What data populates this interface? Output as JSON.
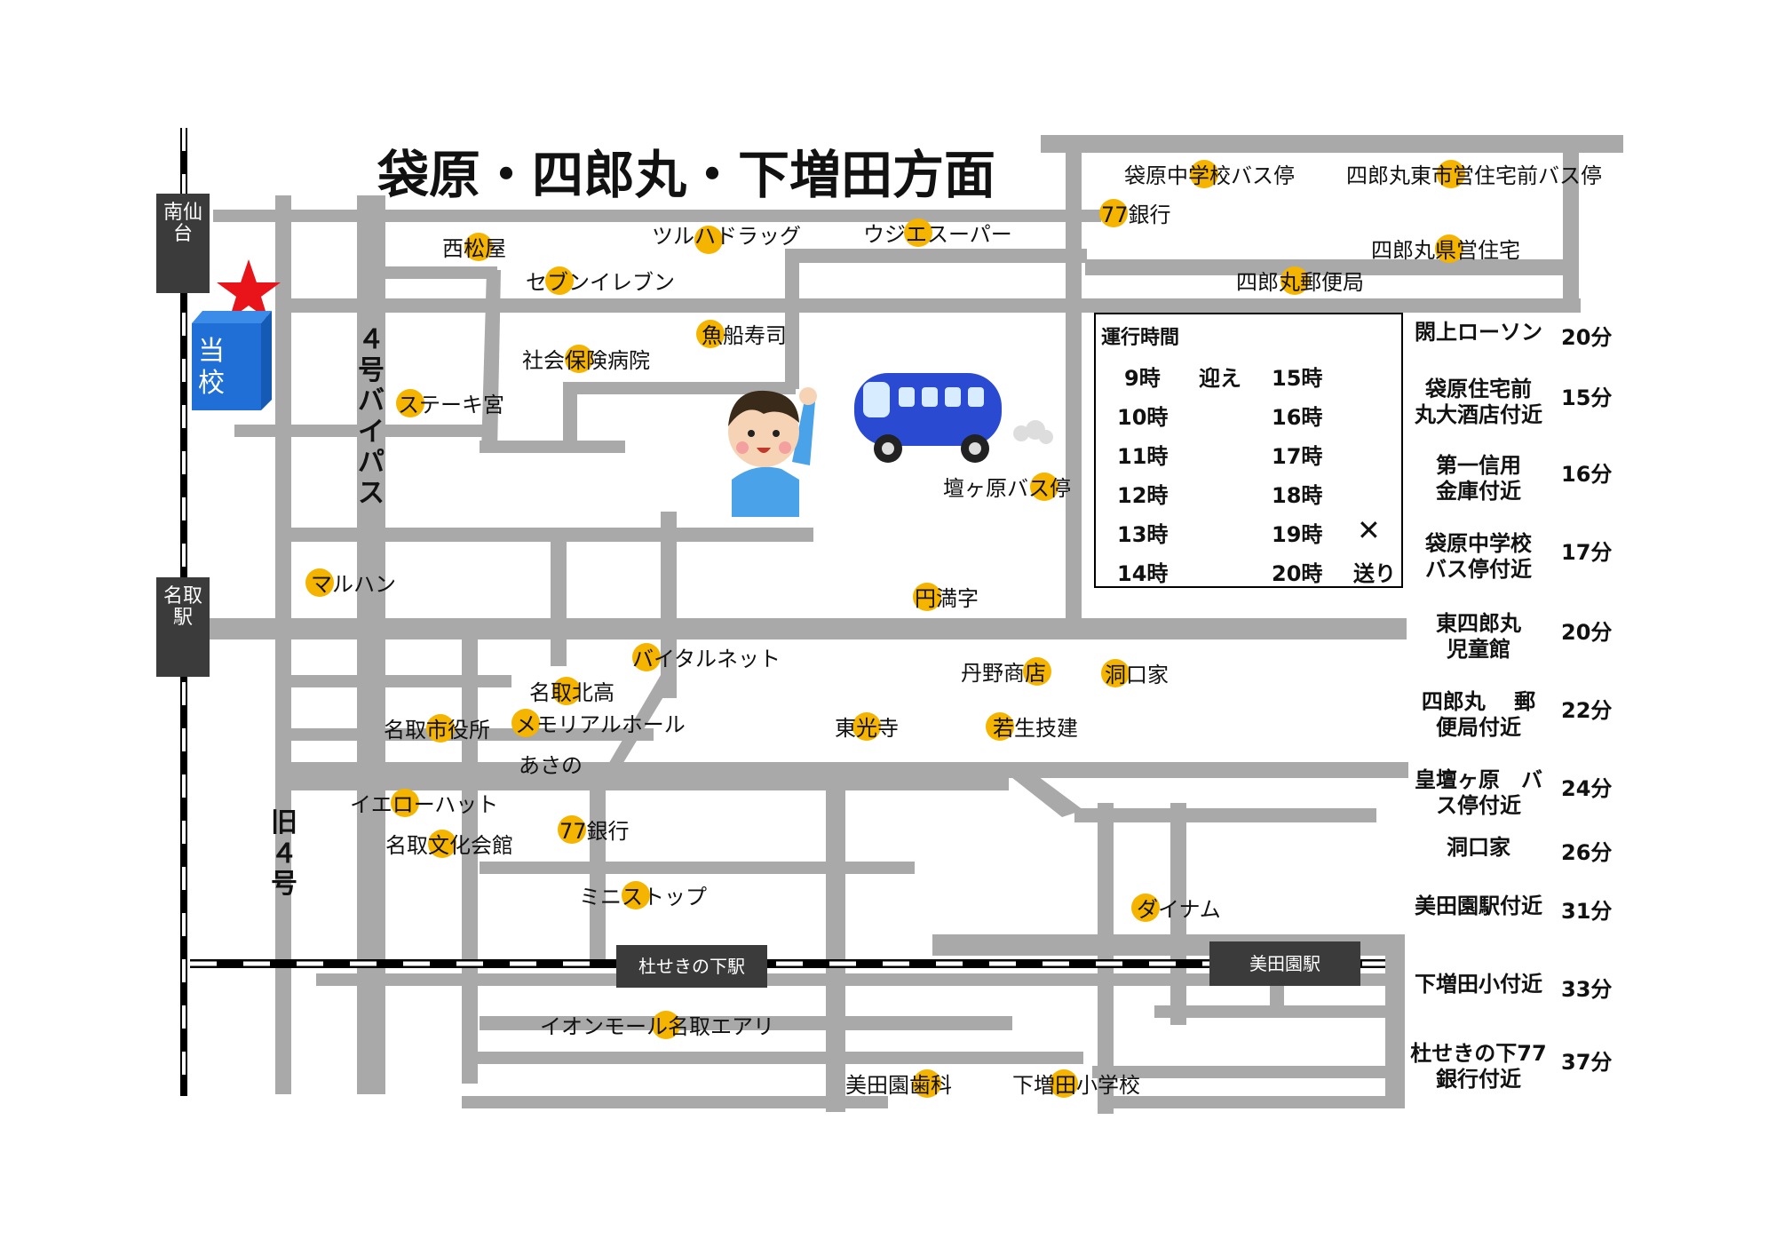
{
  "title": "袋原・四郎丸・下増田方面",
  "colors": {
    "road": "#a9a9a9",
    "marker": "#f5b400",
    "school": "#1f6fd6",
    "star": "#e8141a",
    "station": "#3b3b3b",
    "bus": "#2a4bd1"
  },
  "icons": [
    "star-icon",
    "school-building-icon",
    "boy-waving-icon",
    "bus-icon"
  ],
  "map": {
    "school_label": "当校",
    "road_labels": {
      "bypass": "４号バイパス",
      "old_route": "旧４号"
    },
    "stations": {
      "minami_sendai": "南仙台",
      "natori": "名取駅",
      "morisekinoshita": "杜せきの下駅",
      "mitazono": "美田園駅"
    },
    "landmarks": [
      {
        "name": "西松屋"
      },
      {
        "name": "セブンイレブン"
      },
      {
        "name": "ツルハドラッグ"
      },
      {
        "name": "ウジエスーパー"
      },
      {
        "name": "袋原中学校バス停"
      },
      {
        "name": "四郎丸東市営住宅前バス停"
      },
      {
        "name": "77銀行"
      },
      {
        "name": "四郎丸県営住宅"
      },
      {
        "name": "四郎丸郵便局"
      },
      {
        "name": "魚船寿司"
      },
      {
        "name": "社会保険病院"
      },
      {
        "name": "ステーキ宮"
      },
      {
        "name": "壇ヶ原バス停"
      },
      {
        "name": "マルハン"
      },
      {
        "name": "円満字"
      },
      {
        "name": "バイタルネット"
      },
      {
        "name": "丹野商店"
      },
      {
        "name": "洞口家"
      },
      {
        "name": "名取北高"
      },
      {
        "name": "名取市役所"
      },
      {
        "name": "メモリアルホール"
      },
      {
        "name": "東光寺"
      },
      {
        "name": "若生技建"
      },
      {
        "name": "あさの"
      },
      {
        "name": "イエローハット"
      },
      {
        "name": "77銀行"
      },
      {
        "name": "名取文化会館"
      },
      {
        "name": "ミニストップ"
      },
      {
        "name": "ダイナム"
      },
      {
        "name": "イオンモール名取エアリ"
      },
      {
        "name": "美田園歯科"
      },
      {
        "name": "下増田小学校"
      }
    ]
  },
  "schedule": {
    "heading": "運行時間",
    "pickup_label": "迎え",
    "dropoff_label": "送り",
    "cross": "✕",
    "pickup_times": [
      "9時",
      "10時",
      "11時",
      "12時",
      "13時",
      "14時"
    ],
    "dropoff_times": [
      "15時",
      "16時",
      "17時",
      "18時",
      "19時",
      "20時"
    ]
  },
  "route": [
    {
      "stop": "閖上ローソン",
      "minutes": "20分"
    },
    {
      "stop": "袋原住宅前\n丸大酒店付近",
      "minutes": "15分"
    },
    {
      "stop": "第一信用\n金庫付近",
      "minutes": "16分"
    },
    {
      "stop": "袋原中学校\nバス停付近",
      "minutes": "17分"
    },
    {
      "stop": "東四郎丸\n児童館",
      "minutes": "20分"
    },
    {
      "stop": "四郎丸　 郵\n便局付近",
      "minutes": "22分"
    },
    {
      "stop": "皇壇ヶ原　バ\nス停付近",
      "minutes": "24分"
    },
    {
      "stop": "洞口家",
      "minutes": "26分"
    },
    {
      "stop": "美田園駅付近",
      "minutes": "31分"
    },
    {
      "stop": "下増田小付近",
      "minutes": "33分"
    },
    {
      "stop": "杜せきの下77\n銀行付近",
      "minutes": "37分"
    }
  ]
}
